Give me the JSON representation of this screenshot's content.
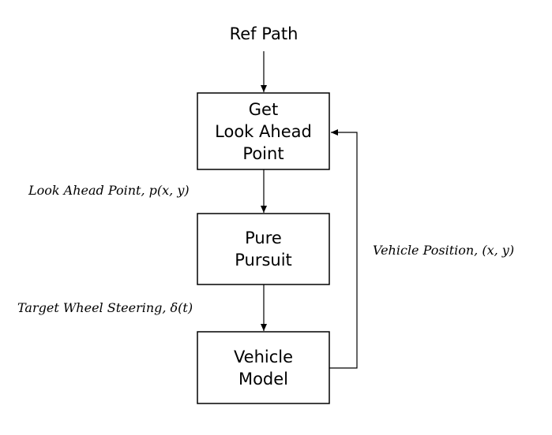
{
  "input": {
    "label": "Ref Path"
  },
  "nodes": {
    "get_look_ahead": {
      "label": "Get\nLook Ahead\nPoint"
    },
    "pure_pursuit": {
      "label": "Pure\nPursuit"
    },
    "vehicle_model": {
      "label": "Vehicle\nModel"
    }
  },
  "edges": {
    "look_ahead_point": {
      "label": "Look Ahead Point, p(x, y)"
    },
    "target_wheel_steering": {
      "label": "Target Wheel Steering, δ(t)"
    },
    "vehicle_position": {
      "label": "Vehicle Position, (x, y)"
    }
  },
  "colors": {
    "stroke": "#000000",
    "background": "#ffffff"
  }
}
